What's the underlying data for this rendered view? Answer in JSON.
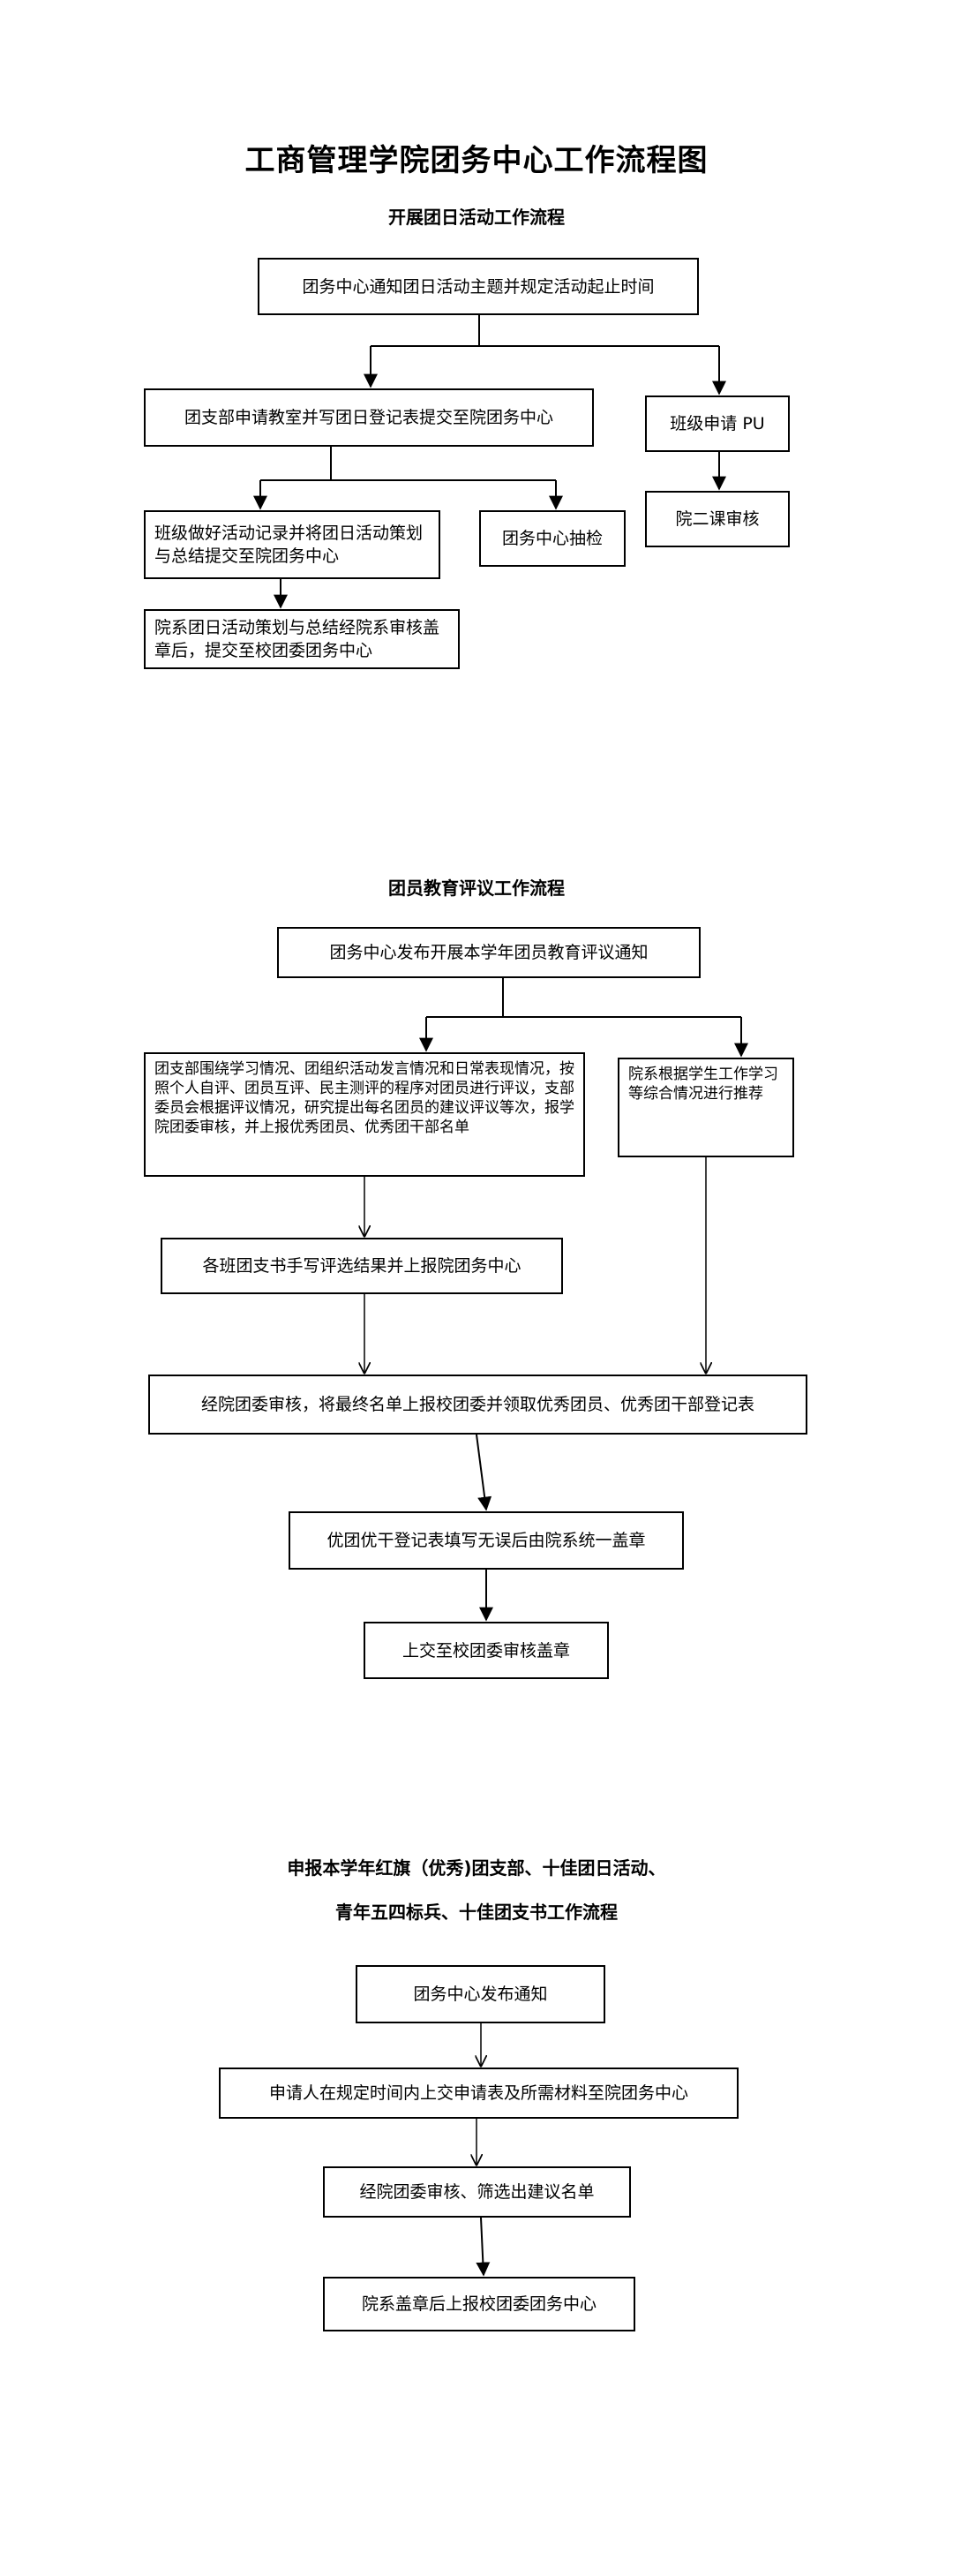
{
  "title": "工商管理学院团务中心工作流程图",
  "section1": {
    "heading": "开展团日活动工作流程",
    "notify": "团务中心通知团日活动主题并规定活动起止时间",
    "branch_submit": "团支部申请教室并写团日登记表提交至院团务中心",
    "class_apply": "班级申请 PU",
    "college_review": "院二课审核",
    "record": "班级做好活动记录并将团日活动策划与总结提交至院团务中心",
    "spot_check": "团务中心抽检",
    "final_submit": "院系团日活动策划与总结经院系审核盖章后，提交至校团委团务中心"
  },
  "section2": {
    "heading": "团员教育评议工作流程",
    "notify": "团务中心发布开展本学年团员教育评议通知",
    "branch_eval": "团支部围绕学习情况、团组织活动发言情况和日常表现情况，按照个人自评、团员互评、民主测评的程序对团员进行评议，支部委员会根据评议情况，研究提出每名团员的建议评议等次，报学院团委审核，并上报优秀团员、优秀团干部名单",
    "college_recommend": "院系根据学生工作学习等综合情况进行推荐",
    "secretary_upload": "各班团支书手写评选结果并上报院团务中心",
    "committee_review": "经院团委审核，将最终名单上报校团委并领取优秀团员、优秀团干部登记表",
    "stamp": "优团优干登记表填写无误后由院系统一盖章",
    "final": "上交至校团委审核盖章"
  },
  "section3": {
    "heading_line1": "申报本学年红旗（优秀)团支部、十佳团日活动、",
    "heading_line2": "青年五四标兵、十佳团支书工作流程",
    "notify": "团务中心发布通知",
    "apply": "申请人在规定时间内上交申请表及所需材料至院团务中心",
    "screen": "经院团委审核、筛选出建议名单",
    "final": "院系盖章后上报校团委团务中心"
  }
}
